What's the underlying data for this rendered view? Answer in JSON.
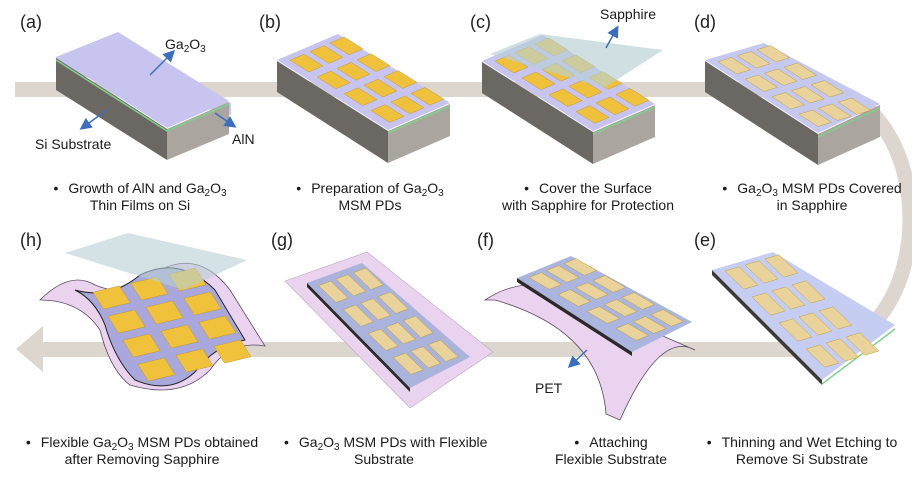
{
  "figure": {
    "colors": {
      "flow_path": "#ddd6ce",
      "ga2o3_layer": "#c7c4ef",
      "si_substrate": "#8f8a84",
      "aln_layer": "#7ed08a",
      "electrode_gold": "#f0c23c",
      "electrode_under_sapphire": "#e9d39a",
      "sapphire": "#b7cfd3",
      "pet_substrate": "#ead3ef",
      "annotation_arrow": "#3a6fc0"
    },
    "panels": [
      {
        "id": "a",
        "label": "(a)",
        "caption_line1_pre": "Growth of AlN and Ga",
        "caption_line1_sub1": "2",
        "caption_line1_mid": "O",
        "caption_line1_sub2": "3",
        "caption_line1_post": "",
        "caption_line2": "Thin Films on Si"
      },
      {
        "id": "b",
        "label": "(b)",
        "caption_line1_pre": "Preparation of Ga",
        "caption_line1_sub1": "2",
        "caption_line1_mid": "O",
        "caption_line1_sub2": "3",
        "caption_line1_post": "",
        "caption_line2": "MSM PDs"
      },
      {
        "id": "c",
        "label": "(c)",
        "caption_line1_pre": "Cover the Surface",
        "caption_line2": "with Sapphire for Protection"
      },
      {
        "id": "d",
        "label": "(d)",
        "caption_line1_pre": "Ga",
        "caption_line1_sub1": "2",
        "caption_line1_mid": "O",
        "caption_line1_sub2": "3",
        "caption_line1_post": " MSM PDs Covered",
        "caption_line2": "in Sapphire"
      },
      {
        "id": "e",
        "label": "(e)",
        "caption_line1_pre": "Thinning and Wet Etching to",
        "caption_line2": "Remove Si Substrate"
      },
      {
        "id": "f",
        "label": "(f)",
        "caption_line1_pre": "Attaching",
        "caption_line2": "Flexible Substrate"
      },
      {
        "id": "g",
        "label": "(g)",
        "caption_line1_pre": "Ga",
        "caption_line1_sub1": "2",
        "caption_line1_mid": "O",
        "caption_line1_sub2": "3",
        "caption_line1_post": " MSM PDs with  Flexible",
        "caption_line2": "Substrate"
      },
      {
        "id": "h",
        "label": "(h)",
        "caption_line1_pre": "Flexible Ga",
        "caption_line1_sub1": "2",
        "caption_line1_mid": "O",
        "caption_line1_sub2": "3",
        "caption_line1_post": " MSM PDs obtained",
        "caption_line2": "after Removing Sapphire"
      }
    ],
    "bullet": "•",
    "annotations": {
      "ga2o3_pre": "Ga",
      "ga2o3_sub1": "2",
      "ga2o3_mid": "O",
      "ga2o3_sub2": "3",
      "si_substrate": "Si Substrate",
      "aln": "AlN",
      "sapphire": "Sapphire",
      "pet": "PET"
    }
  }
}
